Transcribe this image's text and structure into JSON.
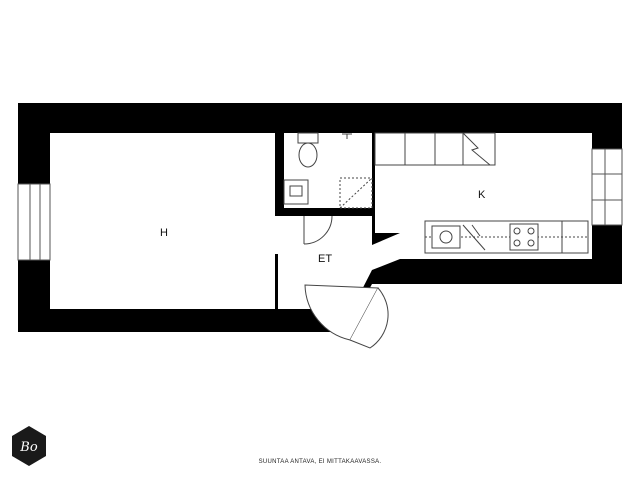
{
  "rooms": {
    "h": "H",
    "k": "K",
    "et": "ET"
  },
  "disclaimer": "SUUNTAA ANTAVA, EI MITTAKAAVASSA.",
  "logo_text": "Bo",
  "colors": {
    "wall": "#000000",
    "background": "#ffffff",
    "fixture_line": "#444444"
  }
}
